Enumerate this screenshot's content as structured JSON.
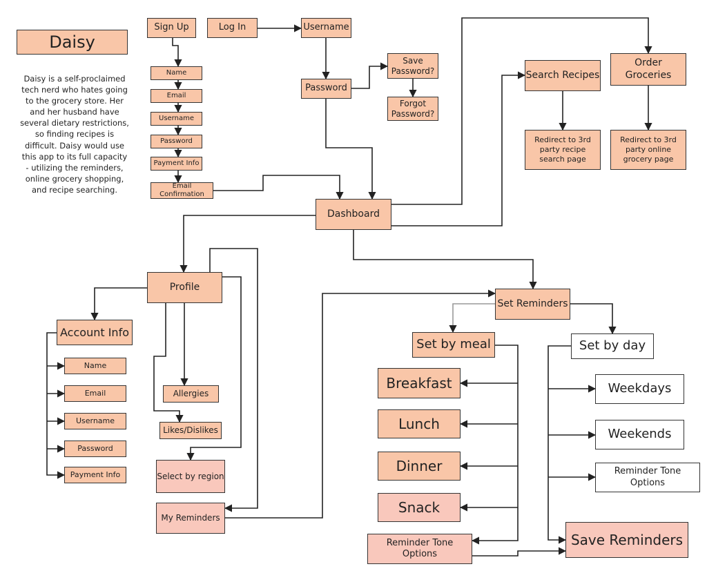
{
  "persona": {
    "name": "Daisy",
    "description": "Daisy is a self-proclaimed tech nerd who hates going to the grocery store. Her and her husband have several dietary restrictions, so finding recipes is difficult. Daisy would use this app to its full capacity - utilizing the reminders, online grocery shopping, and recipe searching."
  },
  "colors": {
    "salmon": "#f9c6a8",
    "pink": "#f9c8bc",
    "white": "#ffffff",
    "line": "#222222"
  },
  "signup": {
    "sign_up": "Sign Up",
    "log_in": "Log In",
    "username": "Username",
    "password": "Password",
    "save_password": "Save Password?",
    "forgot_password": "Forgot Password?",
    "fields": [
      "Name",
      "Email",
      "Username",
      "Password",
      "Payment Info",
      "Email Confirmation"
    ]
  },
  "dashboard": "Dashboard",
  "search": {
    "label": "Search Recipes",
    "redirect": "Redirect to 3rd party recipe search page"
  },
  "groceries": {
    "label": "Order Groceries",
    "redirect": "Redirect to 3rd party online grocery page"
  },
  "profile": {
    "label": "Profile",
    "account_info": "Account Info",
    "account_fields": [
      "Name",
      "Email",
      "Username",
      "Password",
      "Payment Info"
    ],
    "allergies": "Allergies",
    "likes": "Likes/Dislikes",
    "region": "Select by region",
    "reminders": "My Reminders"
  },
  "reminders": {
    "set": "Set Reminders",
    "by_meal": "Set by meal",
    "meals": [
      "Breakfast",
      "Lunch",
      "Dinner",
      "Snack"
    ],
    "tone_meal": "Reminder Tone Options",
    "by_day": "Set by day",
    "days": [
      "Weekdays",
      "Weekends"
    ],
    "tone_day": "Reminder Tone Options",
    "save": "Save Reminders"
  }
}
